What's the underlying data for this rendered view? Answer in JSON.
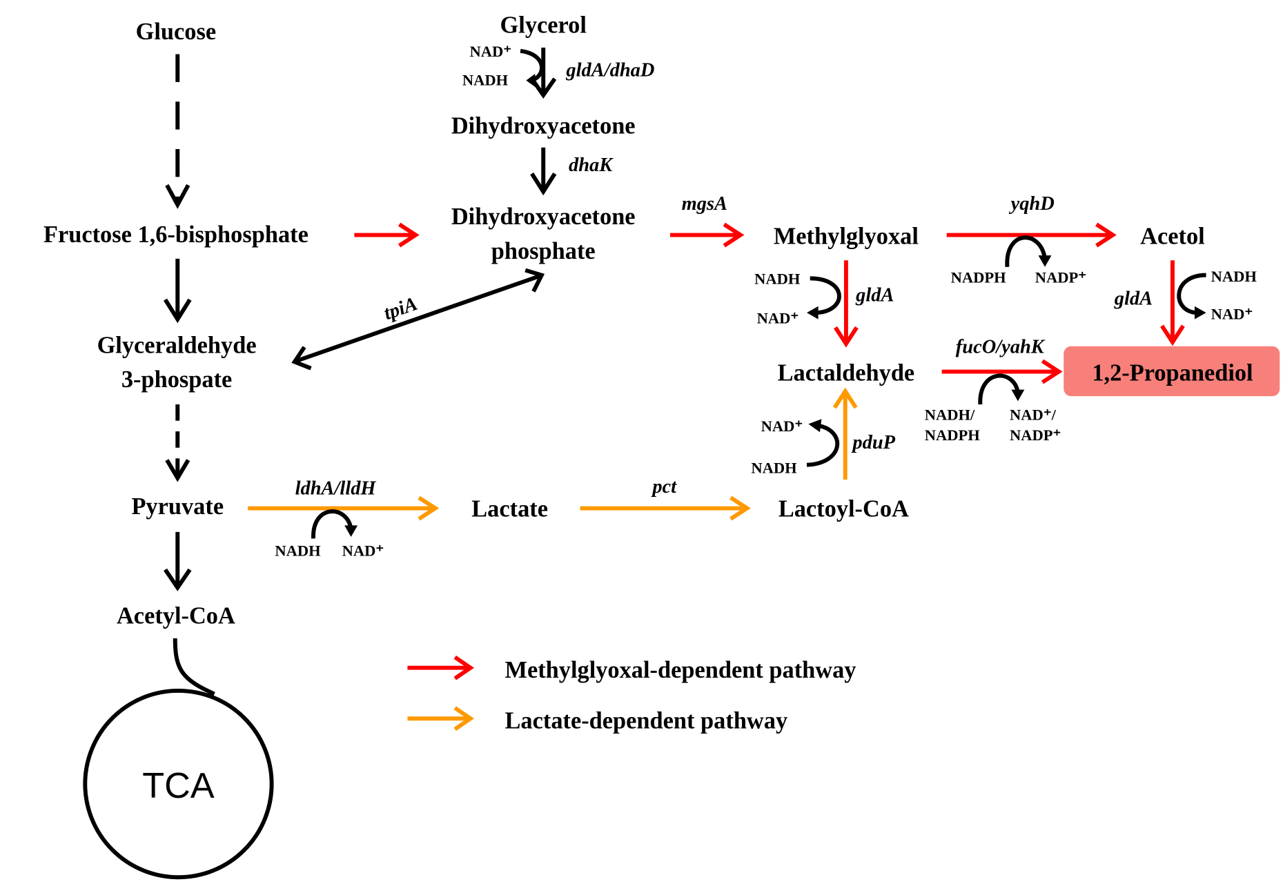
{
  "title": "1,2-Propanediol biosynthesis pathways",
  "colors": {
    "methylglyoxal_pathway": "#FF0000",
    "lactate_pathway": "#FF9900",
    "default_arrow": "#000000",
    "product_box": "#F8807A"
  },
  "metabolites": {
    "glucose": "Glucose",
    "glycerol": "Glycerol",
    "dihydroxyacetone": "Dihydroxyacetone",
    "dhap_line1": "Dihydroxyacetone",
    "dhap_line2": "phosphate",
    "fbp": "Fructose 1,6-bisphosphate",
    "g3p_line1": "Glyceraldehyde",
    "g3p_line2": "3-phospate",
    "pyruvate": "Pyruvate",
    "acetyl_coa": "Acetyl-CoA",
    "tca": "TCA",
    "methylglyoxal": "Methylglyoxal",
    "acetol": "Acetol",
    "lactaldehyde": "Lactaldehyde",
    "propanediol": "1,2-Propanediol",
    "lactate": "Lactate",
    "lactoyl_coa": "Lactoyl-CoA"
  },
  "genes": {
    "glda_dhad": "gldA/dhaD",
    "dhak": "dhaK",
    "tpia": "tpiA",
    "mgsa": "mgsA",
    "yqhd": "yqhD",
    "glda_mg": "gldA",
    "glda_acetol": "gldA",
    "fuco_yahk": "fucO/yahK",
    "pdup": "pduP",
    "ldha_lldh": "ldhA/lldH",
    "pct": "pct"
  },
  "cofactors": {
    "glycerol_in": "NAD⁺",
    "glycerol_out": "NADH",
    "yqhd_in": "NADPH",
    "yqhd_out": "NADP⁺",
    "mg_in": "NADH",
    "mg_out": "NAD⁺",
    "acetol_in": "NADH",
    "acetol_out": "NAD⁺",
    "fuco_in_1": "NADH/",
    "fuco_in_2": "NADPH",
    "fuco_out_1": "NAD⁺/",
    "fuco_out_2": "NADP⁺",
    "pdup_in": "NADH",
    "pdup_out": "NAD⁺",
    "ldh_in": "NADH",
    "ldh_out": "NAD⁺"
  },
  "legend": [
    {
      "label": "Methylglyoxal-dependent pathway",
      "color": "#FF0000"
    },
    {
      "label": "Lactate-dependent pathway",
      "color": "#FF9900"
    }
  ]
}
